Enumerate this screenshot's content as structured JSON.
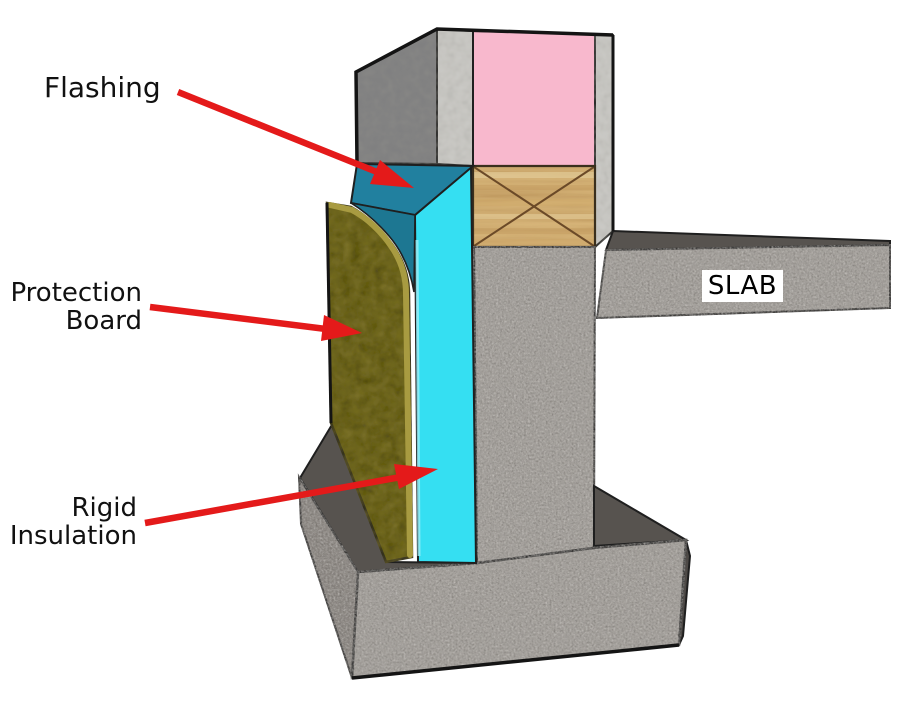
{
  "labels": {
    "flashing": "Flashing",
    "protection_board_line1": "Protection",
    "protection_board_line2": "Board",
    "rigid_insulation_line1": "Rigid",
    "rigid_insulation_line2": "Insulation",
    "slab": "SLAB"
  },
  "icons": {
    "flashing_arrow": "red-pointer-arrow",
    "protection_board_arrow": "red-pointer-arrow",
    "rigid_insulation_arrow": "red-pointer-arrow"
  },
  "colors": {
    "background": "#ffffff",
    "text": "#111111",
    "arrow_red": "#e41a1a",
    "outline": "#1f1f1f",
    "concrete": "#a4a09b",
    "concrete_dark_top": "#57534f",
    "concrete_side": "#8a8580",
    "wall_side_gray": "#7f7f80",
    "sheathing_gray": "#cbcac6",
    "batt_insulation_pink": "#f8b8cd",
    "sill_wood": "#d9b77b",
    "wood_line_brown": "#6b4a28",
    "rigid_insulation_cyan": "#35dff2",
    "rigid_insulation_edge": "#9aeef8",
    "flashing_teal_top": "#21809f",
    "flashing_teal_front": "#1d7792",
    "protection_board_olive": "#6d6517",
    "protection_board_edge": "#a89b41",
    "footing_edge_dark": "#4e4a47",
    "slab_label_bg": "#ffffff"
  }
}
